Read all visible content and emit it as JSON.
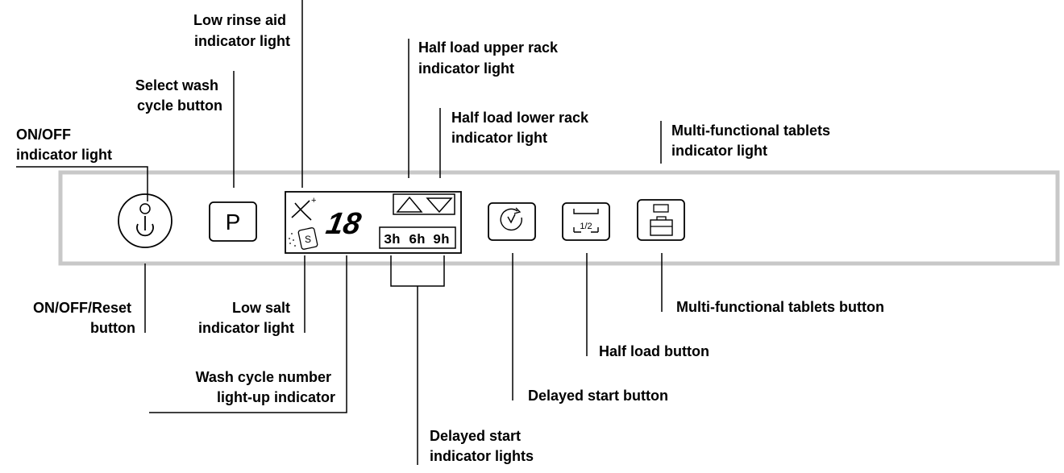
{
  "labels": {
    "low_rinse_aid": [
      "Low rinse aid",
      "indicator light"
    ],
    "select_wash_cycle": [
      "Select wash",
      "cycle button"
    ],
    "on_off_indicator": [
      "ON/OFF",
      "indicator light"
    ],
    "half_load_upper": [
      "Half load upper rack",
      "indicator light"
    ],
    "half_load_lower": [
      "Half load lower rack",
      "indicator light"
    ],
    "multi_tablets_indicator": [
      "Multi-functional tablets",
      "indicator light"
    ],
    "on_off_reset": [
      "ON/OFF/Reset",
      "button"
    ],
    "low_salt": [
      "Low salt",
      "indicator light"
    ],
    "wash_cycle_number": [
      "Wash cycle number",
      "light-up indicator"
    ],
    "delayed_start_lights": [
      "Delayed start",
      "indicator lights"
    ],
    "delayed_start_button": [
      "Delayed start button"
    ],
    "half_load_button": [
      "Half load button"
    ],
    "multi_tablets_button": [
      "Multi-functional tablets button"
    ]
  },
  "panel": {
    "program_key": "P",
    "digit_display": "18",
    "salt_symbol": "S",
    "delay_options": [
      "3h",
      "6h",
      "9h"
    ],
    "half_load_symbol": "1/2"
  },
  "colors": {
    "panel_border": "#c8c8c8",
    "ink": "#000000"
  },
  "icons": {
    "power": "power-icon",
    "rinse_aid": "sparkle-icon",
    "salt": "salt-icon",
    "half_upper": "triangle-up-icon",
    "half_lower": "triangle-down-icon",
    "delay": "clock-icon",
    "half_load": "half-load-icon",
    "tablets": "tablet-box-icon"
  }
}
